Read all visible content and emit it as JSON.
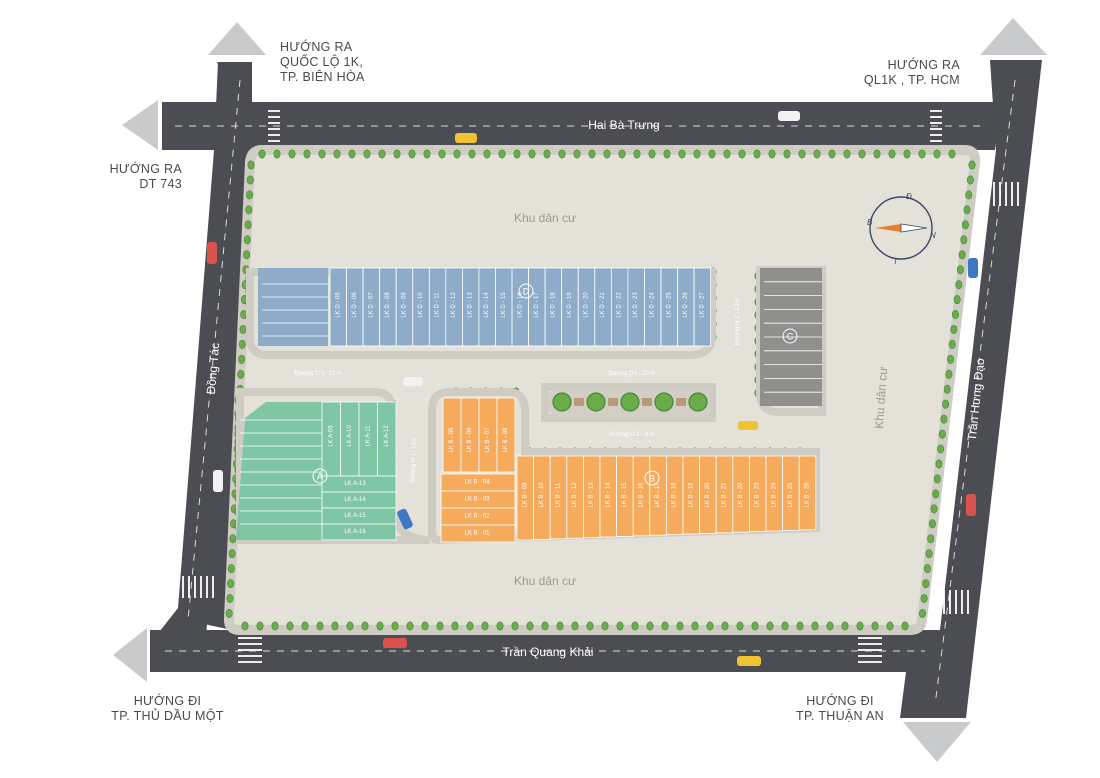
{
  "colors": {
    "road": "#4b4d52",
    "ground": "#e4e1d8",
    "sidewalk": "#cfccc4",
    "tree": "#6cab4a",
    "tree_dark": "#3f8a3a",
    "block_A": "#7fc6a4",
    "block_B": "#f6ab5c",
    "block_C": "#8f908d",
    "block_D": "#8eacc9",
    "arrow": "#c9cacc",
    "compass_accent": "#e87f2e"
  },
  "directions": {
    "top_left": [
      "HƯỚNG RA",
      "QUỐC LỘ 1K,",
      "TP. BIÊN HÒA"
    ],
    "top_right": [
      "HƯỚNG RA",
      "QL1K , TP. HCM"
    ],
    "left": [
      "HƯỚNG RA",
      "DT 743"
    ],
    "bottom_left": [
      "HƯỚNG ĐI",
      "TP. THỦ DẦU MỘT"
    ],
    "bottom_right": [
      "HƯỚNG ĐI",
      "TP. THUẬN AN"
    ]
  },
  "roads": {
    "top": "Hai Bà Trưng",
    "bottom": "Trần Quang Khải",
    "left": "Đồng Tác",
    "right": "Trần Hưng Đạo",
    "d1_west": "Đường D 1- 10 m",
    "d1_east": "Đường D1 - 10 m",
    "d2": "Đường D 2 - 9 m",
    "n1": "Đường N 1- 12m",
    "n2": "Đường N 2 - 12m"
  },
  "areas": {
    "residential_top": "Khu dân cư",
    "residential_bottom": "Khu dân cư",
    "residential_right": "Khu dân cư"
  },
  "compass": {
    "north": "N",
    "south": "T",
    "east": "Đ",
    "west": "B"
  },
  "blocks": {
    "A": {
      "badge": "A",
      "vertical_lots": [
        "LK A-09",
        "LK A-10",
        "LK A-11",
        "LK A-12"
      ],
      "horizontal_lots": [
        "LK A-13",
        "LK A-14",
        "LK A-15",
        "LK A-16"
      ]
    },
    "B": {
      "badge": "B",
      "upper_vertical_lots": [
        "LK B - 05",
        "LK B - 06",
        "LK B - 07",
        "LK B - 08"
      ],
      "horizontal_lots": [
        "LK B - 04",
        "LK B - 03",
        "LK B - 02",
        "LK B - 01"
      ],
      "lower_vertical_lots": [
        "LK B - 09",
        "LK B - 10",
        "LK B - 11",
        "LK B - 12",
        "LK B - 13",
        "LK B - 14",
        "LK B - 15",
        "LK B - 16",
        "LK B - 17",
        "LK B - 18",
        "LK B - 19",
        "LK B - 20",
        "LK B - 21",
        "LK B - 22",
        "LK B - 23",
        "LK B - 24",
        "LK B - 25",
        "LK B - 26"
      ]
    },
    "C": {
      "badge": "C"
    },
    "D": {
      "badge": "D",
      "vertical_lots": [
        "LK D - 05",
        "LK D - 06",
        "LK D - 07",
        "LK D - 08",
        "LK D - 09",
        "LK D - 10",
        "LK D - 11",
        "LK D - 12",
        "LK D - 13",
        "LK D - 14",
        "LK D - 15",
        "LK D - 16",
        "LK D - 17",
        "LK D - 18",
        "LK D - 19",
        "LK D - 20",
        "LK D - 21",
        "LK D - 22",
        "LK D - 23",
        "LK D - 24",
        "LK D - 25",
        "LK D - 26",
        "LK D - 27"
      ]
    }
  }
}
